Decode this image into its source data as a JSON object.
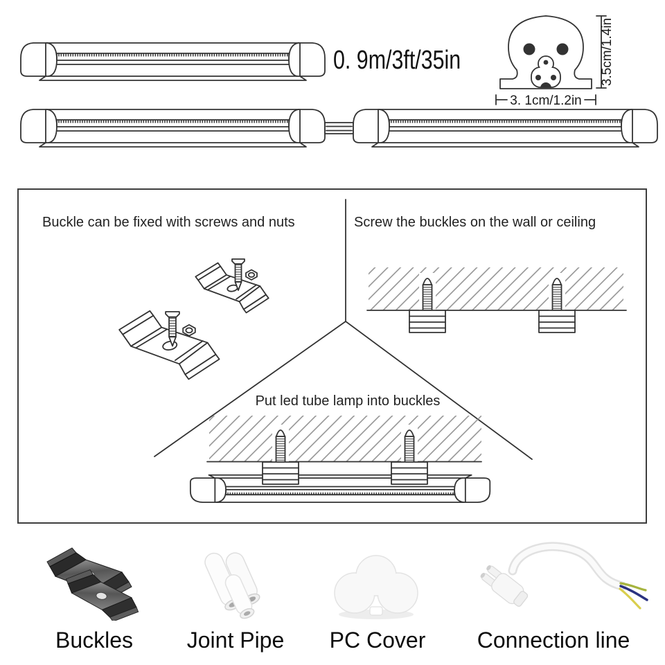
{
  "product_overview": {
    "length_label": "0. 9m/3ft/35in",
    "cross_section": {
      "width_label": "3. 1cm/1.2in",
      "height_label": "3.5cm/1.4in"
    }
  },
  "installation": {
    "step_screws": "Buckle can be fixed with screws and nuts",
    "step_wall": "Screw the buckles on the wall or ceiling",
    "step_tube": "Put led tube lamp into buckles"
  },
  "parts": [
    {
      "label": "Buckles"
    },
    {
      "label": "Joint Pipe"
    },
    {
      "label": "PC Cover"
    },
    {
      "label": "Connection line"
    }
  ],
  "colors": {
    "line": "#333333",
    "hatch": "#8d8d8d",
    "wire_yellow": "#d9ce4d",
    "wire_blue": "#2a3280",
    "wire_green": "#a6b43e"
  }
}
